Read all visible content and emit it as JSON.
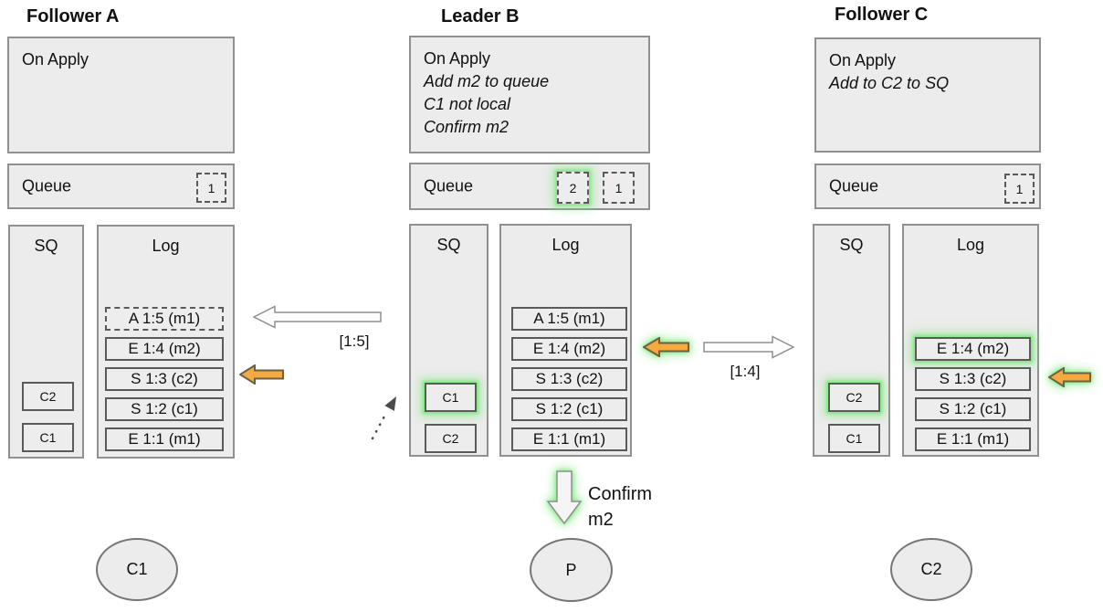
{
  "diagram": {
    "nodes": [
      {
        "title": "Follower A",
        "on_apply": {
          "heading": "On Apply",
          "notes": []
        },
        "queue": {
          "label": "Queue",
          "slots": [
            {
              "value": "1",
              "highlighted": false
            }
          ]
        },
        "sq": {
          "label": "SQ",
          "items": [
            {
              "value": "C2",
              "highlighted": false
            },
            {
              "value": "C1",
              "highlighted": false
            }
          ]
        },
        "log": {
          "label": "Log",
          "entries": [
            {
              "text": "A 1:5 (m1)",
              "border": "dashed",
              "highlighted": false
            },
            {
              "text": "E 1:4 (m2)",
              "border": "solid",
              "highlighted": false
            },
            {
              "text": "S 1:3 (c2)",
              "border": "solid",
              "highlighted": false,
              "pointer": "orange-arrow"
            },
            {
              "text": "S 1:2 (c1)",
              "border": "solid",
              "highlighted": false
            },
            {
              "text": "E 1:1 (m1)",
              "border": "solid",
              "highlighted": false
            }
          ]
        },
        "client": {
          "label": "C1"
        }
      },
      {
        "title": "Leader B",
        "on_apply": {
          "heading": "On Apply",
          "notes": [
            "Add m2 to queue",
            "C1 not local",
            "Confirm m2"
          ]
        },
        "queue": {
          "label": "Queue",
          "slots": [
            {
              "value": "2",
              "highlighted": true
            },
            {
              "value": "1",
              "highlighted": false
            }
          ]
        },
        "sq": {
          "label": "SQ",
          "items": [
            {
              "value": "C1",
              "highlighted": true
            },
            {
              "value": "C2",
              "highlighted": false
            }
          ]
        },
        "log": {
          "label": "Log",
          "entries": [
            {
              "text": "A 1:5 (m1)",
              "border": "solid",
              "highlighted": false
            },
            {
              "text": "E 1:4 (m2)",
              "border": "solid",
              "highlighted": false,
              "pointer": "orange-arrow-glow"
            },
            {
              "text": "S 1:3 (c2)",
              "border": "solid",
              "highlighted": false
            },
            {
              "text": "S 1:2 (c1)",
              "border": "solid",
              "highlighted": false
            },
            {
              "text": "E 1:1 (m1)",
              "border": "solid",
              "highlighted": false
            }
          ]
        },
        "client": {
          "label": "P"
        }
      },
      {
        "title": "Follower C",
        "on_apply": {
          "heading": "On Apply",
          "notes": [
            "Add to C2 to SQ"
          ]
        },
        "queue": {
          "label": "Queue",
          "slots": [
            {
              "value": "1",
              "highlighted": false
            }
          ]
        },
        "sq": {
          "label": "SQ",
          "items": [
            {
              "value": "C2",
              "highlighted": true
            },
            {
              "value": "C1",
              "highlighted": false
            }
          ]
        },
        "log": {
          "label": "Log",
          "entries": [
            {
              "text": "E 1:4 (m2)",
              "border": "solid",
              "highlighted": true
            },
            {
              "text": "S 1:3 (c2)",
              "border": "solid",
              "highlighted": false,
              "pointer": "orange-arrow-glow"
            },
            {
              "text": "S 1:2 (c1)",
              "border": "solid",
              "highlighted": false
            },
            {
              "text": "E 1:1 (m1)",
              "border": "solid",
              "highlighted": false
            }
          ]
        },
        "client": {
          "label": "C2"
        }
      }
    ],
    "messages": {
      "replicate_to_a": {
        "label": "[1:5]",
        "direction": "left"
      },
      "replicate_to_c": {
        "label": "[1:4]",
        "direction": "right"
      },
      "confirm": {
        "line1": "Confirm",
        "line2": "m2"
      }
    },
    "colors": {
      "box_fill": "#ececec",
      "box_border": "#909090",
      "entry_border": "#5a5a5a",
      "orange_fill": "#f5a93f",
      "orange_stroke": "#6b6147",
      "glow_green": "#7ee87e",
      "white_arrow_fill": "#fdfdfd",
      "white_arrow_stroke": "#8f8f8f"
    }
  }
}
